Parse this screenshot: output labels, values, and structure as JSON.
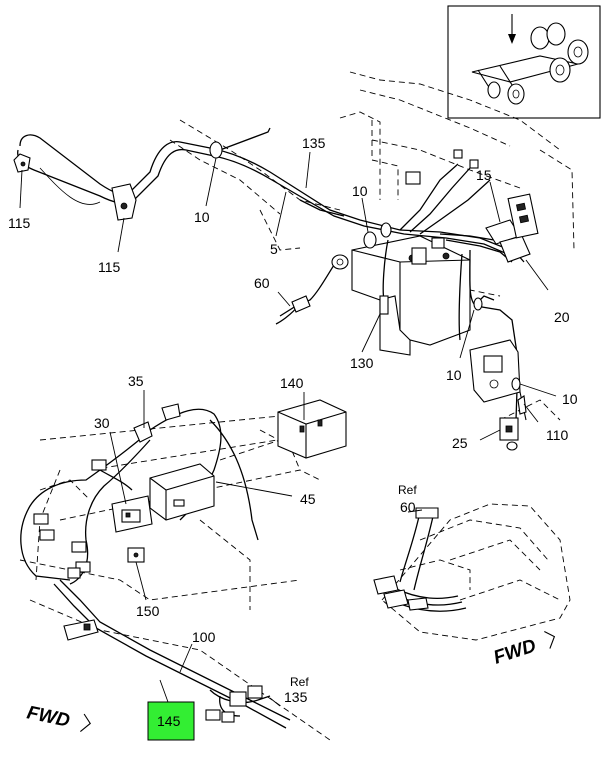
{
  "callouts": {
    "c115a": "115",
    "c115b": "115",
    "c10a": "10",
    "c5": "5",
    "c135": "135",
    "c10b": "10",
    "c15": "15",
    "c20": "20",
    "c60": "60",
    "c130": "130",
    "c10c": "10",
    "c10d": "10",
    "c110": "110",
    "c25": "25",
    "c35": "35",
    "c140": "140",
    "c30": "30",
    "c45": "45",
    "c150": "150",
    "c100": "100",
    "c145": "145",
    "ref60_word": "Ref",
    "ref60_num": "60",
    "ref135_word": "Ref",
    "ref135_num": "135"
  },
  "fwd": {
    "left": "FWD",
    "right": "FWD"
  },
  "colors": {
    "highlight": "#33ee33",
    "line": "#000000",
    "background": "#ffffff"
  }
}
